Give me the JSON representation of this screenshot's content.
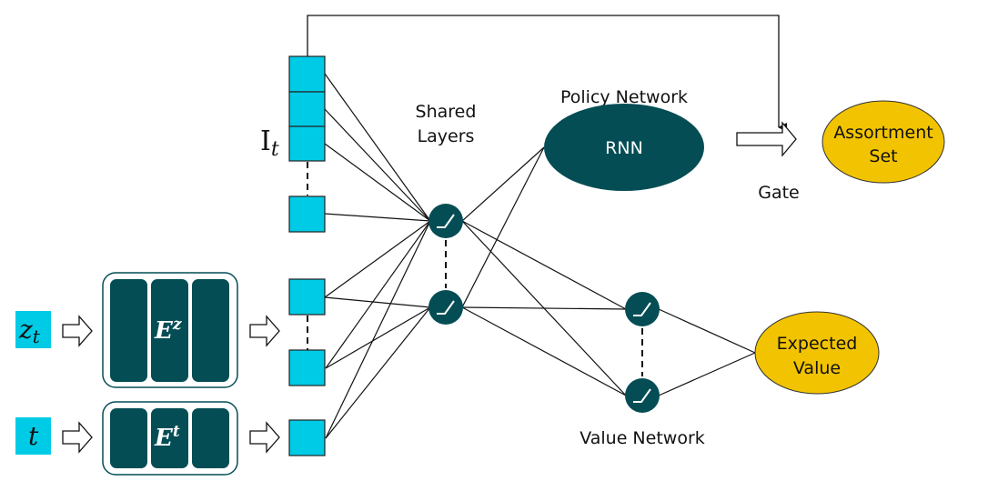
{
  "diagram": {
    "colors": {
      "dark": "#044d55",
      "cyan": "#00cbe6",
      "gold": "#f2c300",
      "line": "#111111"
    },
    "inputs": {
      "inventory_label_main": "I",
      "inventory_label_sub": "t",
      "z_input_main": "z",
      "z_input_sub": "t",
      "t_input": "t"
    },
    "embeddings": {
      "ez_main": "E",
      "ez_sup": "z",
      "et_main": "E",
      "et_sup": "t"
    },
    "labels": {
      "shared_line1": "Shared",
      "shared_line2": "Layers",
      "policy_network": "Policy Network",
      "rnn": "RNN",
      "gate": "Gate",
      "assortment_line1": "Assortment",
      "assortment_line2": "Set",
      "expected_line1": "Expected",
      "expected_line2": "Value",
      "value_network": "Value Network"
    }
  }
}
